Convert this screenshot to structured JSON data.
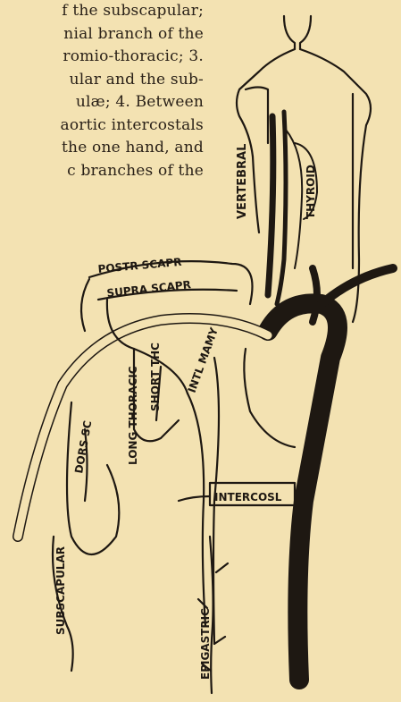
{
  "text_lines": [
    "f the subscapular;",
    "nial branch of the",
    "romio-thoracic; 3.",
    "ular and the sub-",
    "ulæ; 4. Between",
    "aortic intercostals",
    "the one hand, and",
    "c branches of the"
  ],
  "labels": {
    "vertebral": "VERTEBRAL",
    "thyroid": "THYROID",
    "post_scap": "POSTR SCAPR",
    "supra_scap": "SUPRA SCAPR",
    "short_th": "SHORT THC",
    "long_thoracic": "LONG THORACIC",
    "int_mamy": "INTL MAMY",
    "dors_sc": "DORS SC",
    "subscapular": "SUBSCAPULAR",
    "intercos": "INTERCOSL",
    "epigastric": "EPIGASTRIC"
  },
  "colors": {
    "ink": "#1e1812",
    "paper": "#f3e2b2"
  }
}
